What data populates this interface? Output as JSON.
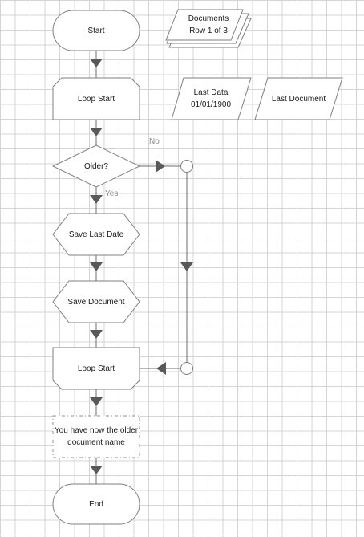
{
  "flowchart": {
    "start": "Start",
    "loop_start_1": "Loop Start",
    "decision": "Older?",
    "save_last_date": "Save Last Date",
    "save_document": "Save Document",
    "loop_start_2": "Loop Start",
    "note": "You have now the older\ndocument name",
    "end": "End",
    "branch_no": "No",
    "branch_yes": "Yes"
  },
  "data_items": {
    "documents": "Documents\nRow 1 of 3",
    "last_data": "Last Data\n01/01/1900",
    "last_document": "Last Document"
  },
  "colors": {
    "stroke": "#7f7f7f",
    "fill": "#ffffff",
    "connector": "#595959",
    "grid": "#d4d4d4"
  }
}
